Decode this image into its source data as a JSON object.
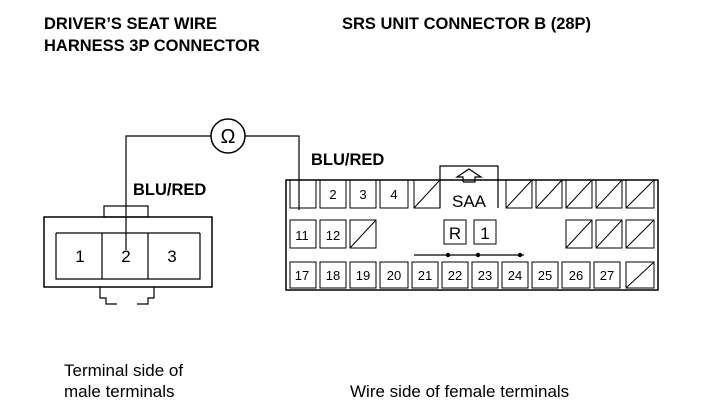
{
  "titles": {
    "left_line1": "DRIVER’S SEAT WIRE",
    "left_line2": "HARNESS 3P CONNECTOR",
    "right": "SRS UNIT CONNECTOR B (28P)"
  },
  "meter_symbol": "Ω",
  "wire_labels": {
    "left": "BLU/RED",
    "right": "BLU/RED"
  },
  "male_connector": {
    "terminals": [
      "1",
      "2",
      "3"
    ]
  },
  "srs_connector": {
    "row1_terminals": [
      "2",
      "3",
      "4"
    ],
    "row2_terminals": [
      "11",
      "12"
    ],
    "row3_terminals": [
      "17",
      "18",
      "19",
      "20",
      "21",
      "22",
      "23",
      "24",
      "25",
      "26",
      "27"
    ],
    "saa_label": "SAA",
    "short_labels": [
      "R",
      "1"
    ]
  },
  "captions": {
    "left_line1": "Terminal side of",
    "left_line2": "male terminals",
    "right": "Wire side of female terminals"
  }
}
